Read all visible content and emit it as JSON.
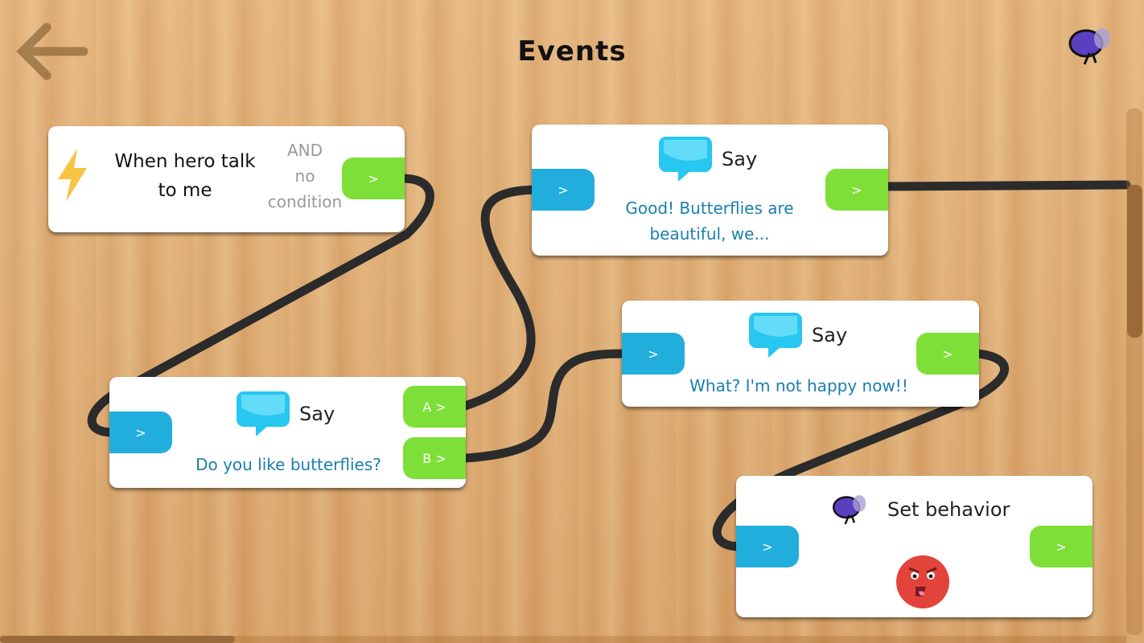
{
  "header": {
    "title": "Events",
    "back_icon": "arrow-left-icon",
    "character_icon": "butterfly-icon"
  },
  "nodes": {
    "trigger": {
      "icon": "lightning-icon",
      "label": "When hero talk to me",
      "condition_and": "AND",
      "condition": "no condition",
      "out": ">"
    },
    "say1": {
      "title": "Say",
      "message": "Do you like butterflies?",
      "in": ">",
      "out_a": "A >",
      "out_b": "B >"
    },
    "say2": {
      "title": "Say",
      "message": "Good! Butterflies are beautiful, we...",
      "in": ">",
      "out": ">"
    },
    "say3": {
      "title": "Say",
      "message": "What? I'm not happy now!!",
      "in": ">",
      "out": ">"
    },
    "set_behavior": {
      "title": "Set behavior",
      "behavior_icon": "angry-face-icon",
      "in": ">",
      "out": ">"
    }
  },
  "colors": {
    "input_port": "#22aedd",
    "output_port": "#7ddf38",
    "wire": "#2b2b2b",
    "message": "#1a7fb0"
  }
}
